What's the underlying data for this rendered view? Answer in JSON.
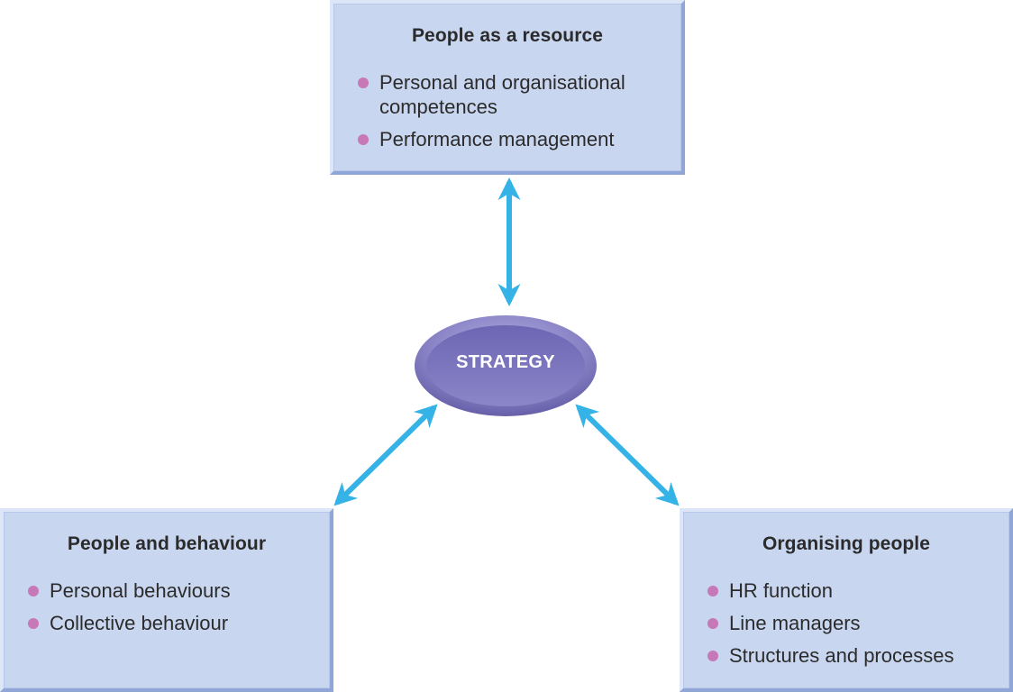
{
  "center": {
    "label": "STRATEGY"
  },
  "boxes": {
    "top": {
      "title": "People as a resource",
      "items": [
        "Personal and organisational competences",
        "Performance management"
      ]
    },
    "left": {
      "title": "People and behaviour",
      "items": [
        "Personal behaviours",
        "Collective behaviour"
      ]
    },
    "right": {
      "title": "Organising people",
      "items": [
        "HR function",
        "Line managers",
        "Structures and processes"
      ]
    }
  },
  "colors": {
    "box_fill": "#c9d6ef",
    "bullet": "#c778b7",
    "arrow": "#35b3e6",
    "ellipse": "#7e77bf"
  }
}
